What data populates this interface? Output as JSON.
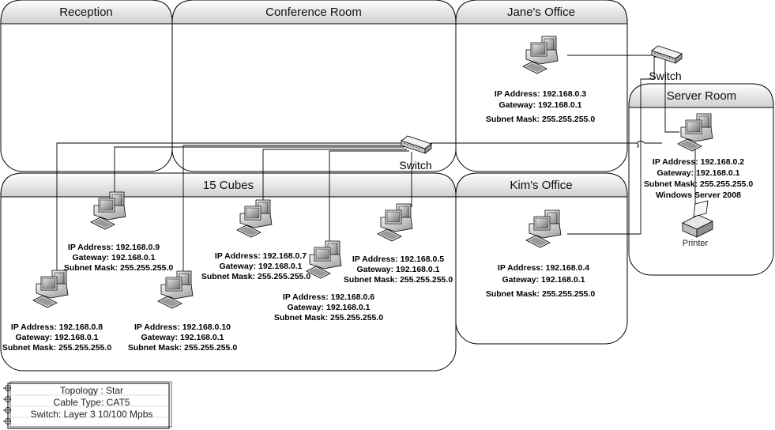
{
  "rooms": {
    "reception": "Reception",
    "conference": "Conference Room",
    "jane": "Jane's Office",
    "server": "Server Room",
    "cubes": "15 Cubes",
    "kim": "Kim's Office"
  },
  "switches": {
    "top": "Switch",
    "conference": "Switch"
  },
  "computers": {
    "jane": {
      "ip": "IP Address: 192.168.0.3",
      "gw": "Gateway: 192.168.0.1",
      "mask": "Subnet Mask: 255.255.255.0"
    },
    "server": {
      "ip": "IP Address: 192.168.0.2",
      "gw": "Gateway: 192.168.0.1",
      "mask": "Subnet Mask: 255.255.255.0",
      "os": "Windows Server 2008"
    },
    "kim": {
      "ip": "IP Address: 192.168.0.4",
      "gw": "Gateway: 192.168.0.1",
      "mask": "Subnet Mask: 255.255.255.0"
    },
    "pc9": {
      "ip": "IP Address: 192.168.0.9",
      "gw": "Gateway: 192.168.0.1",
      "mask": "Subnet Mask: 255.255.255.0"
    },
    "pc7": {
      "ip": "IP Address: 192.168.0.7",
      "gw": "Gateway: 192.168.0.1",
      "mask": "Subnet Mask: 255.255.255.0"
    },
    "pc5": {
      "ip": "IP Address: 192.168.0.5",
      "gw": "Gateway: 192.168.0.1",
      "mask": "Subnet Mask: 255.255.255.0"
    },
    "pc6": {
      "ip": "IP Address: 192.168.0.6",
      "gw": "Gateway: 192.168.0.1",
      "mask": "Subnet Mask: 255.255.255.0"
    },
    "pc8": {
      "ip": "IP Address: 192.168.0.8",
      "gw": "Gateway: 192.168.0.1",
      "mask": "Subnet Mask: 255.255.255.0"
    },
    "pc10": {
      "ip": "IP Address: 192.168.0.10",
      "gw": "Gateway: 192.168.0.1",
      "mask": "Subnet Mask: 255.255.255.0"
    }
  },
  "printer": {
    "label": "Printer"
  },
  "legend": {
    "topology": "Topology : Star",
    "cable": "Cable Type: CAT5",
    "switch": "Switch: Layer 3 10/100 Mpbs"
  }
}
